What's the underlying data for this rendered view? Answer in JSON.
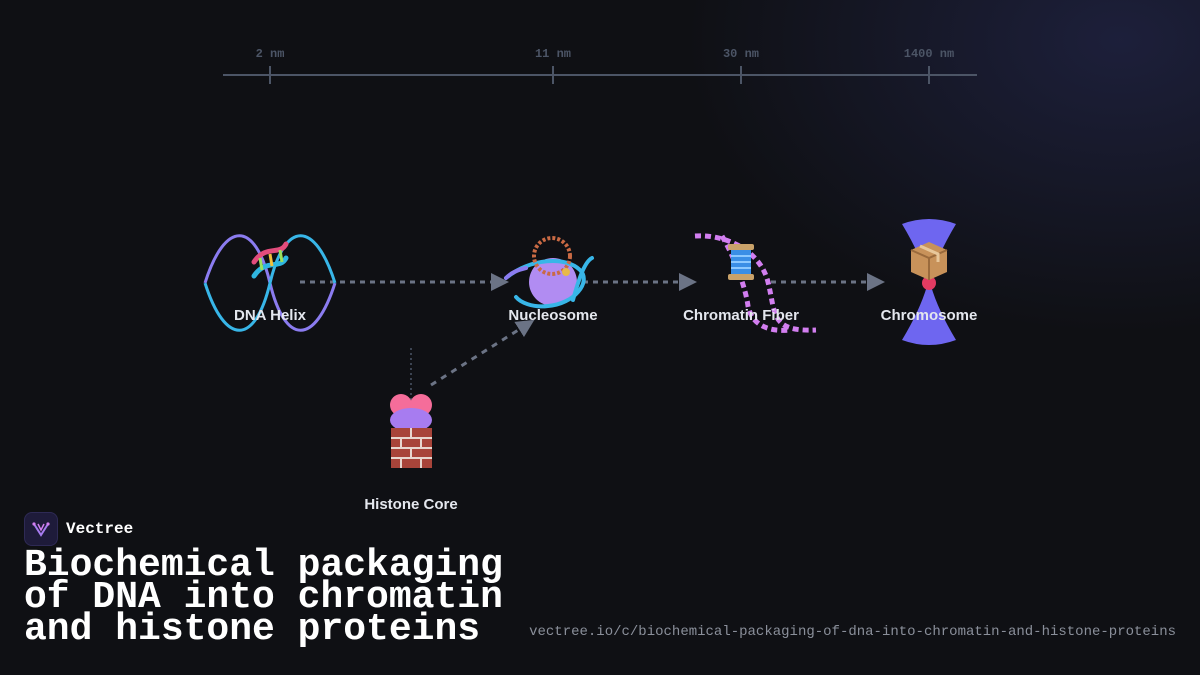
{
  "scale": {
    "ticks": [
      {
        "label": "2 nm"
      },
      {
        "label": "11 nm"
      },
      {
        "label": "30 nm"
      },
      {
        "label": "1400 nm"
      }
    ]
  },
  "nodes": {
    "dna_helix": {
      "label": "DNA Helix",
      "icon": "dna-emoji"
    },
    "nucleosome": {
      "label": "Nucleosome",
      "icon": "prayer-beads-emoji"
    },
    "chromatin_fiber": {
      "label": "Chromatin Fiber",
      "icon": "thread-spool-emoji"
    },
    "chromosome": {
      "label": "Chromosome",
      "icon": "package-emoji"
    },
    "histone_core": {
      "label": "Histone Core",
      "icon": "brick-emoji"
    }
  },
  "brand": {
    "name": "Vectree"
  },
  "title": "Biochemical packaging of DNA into chromatin and histone proteins",
  "url": "vectree.io/c/biochemical-packaging-of-dna-into-chromatin-and-histone-proteins",
  "colors": {
    "background": "#0f1014",
    "arrow": "#6b7385",
    "helix_cyan": "#38b6e8",
    "helix_violet": "#8b7cf0",
    "nucleosome_purple": "#b18cf2",
    "fiber_pink": "#d27ef0",
    "chromosome_blue": "#6e66f0",
    "centromere_red": "#e23b62",
    "histone_pink": "#f56d9a"
  }
}
